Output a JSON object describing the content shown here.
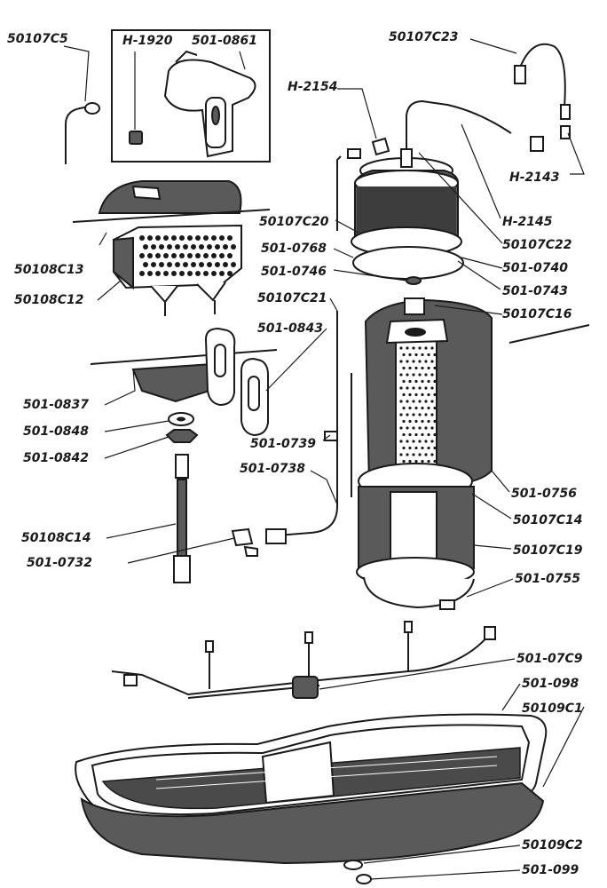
{
  "labels": {
    "p50107c5": "50107C5",
    "h1920": "H-1920",
    "p5010861": "501-0861",
    "p50107c23": "50107C23",
    "h2154": "H-2154",
    "h2143": "H-2143",
    "h2145": "H-2145",
    "p50107c20": "50107C20",
    "p50107c22": "50107C22",
    "p5010768": "501-0768",
    "p5010740": "501-0740",
    "p5010746": "501-0746",
    "p5010743": "501-0743",
    "p50107c21": "50107C21",
    "p50107c16": "50107C16",
    "p50108c13": "50108C13",
    "p50108c12": "50108C12",
    "p5010843": "501-0843",
    "p5010837": "501-0837",
    "p5010848": "501-0848",
    "p5010842": "501-0842",
    "p5010739": "501-0739",
    "p5010738": "501-0738",
    "p5010756": "501-0756",
    "p50107c14": "50107C14",
    "p50108c14": "50108C14",
    "p50107c19": "50107C19",
    "p5010732": "501-0732",
    "p5010755": "501-0755",
    "p50107c9": "501-07C9",
    "p501098": "501-098",
    "p50109c1": "50109C1",
    "p50109c2": "50109C2",
    "p501099": "501-099"
  }
}
